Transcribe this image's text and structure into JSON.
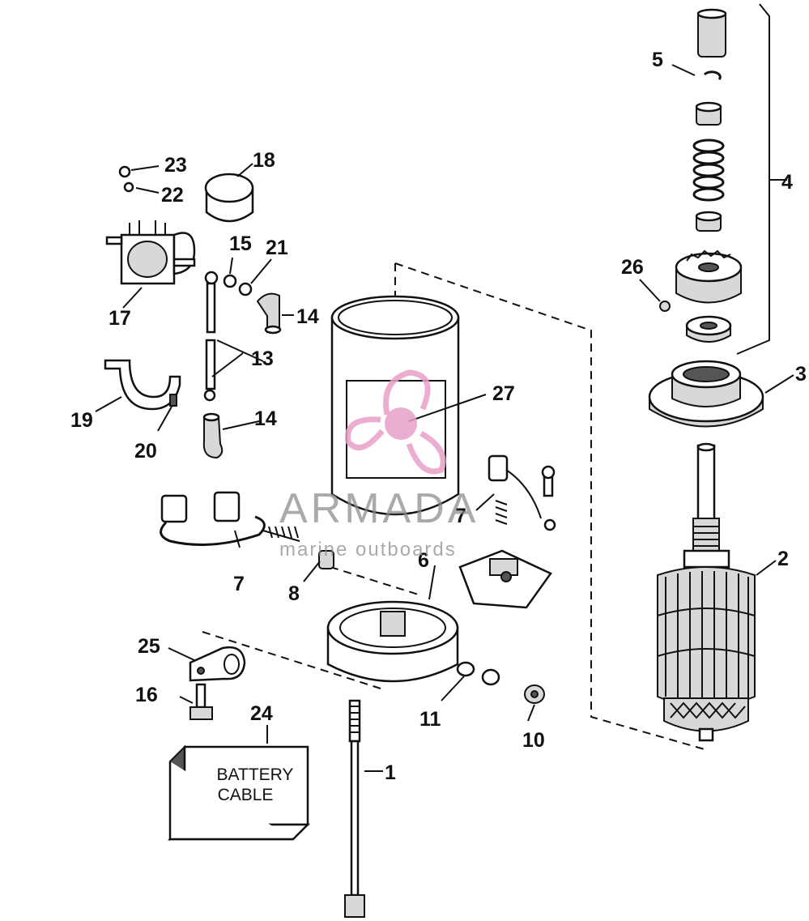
{
  "callouts": [
    "1",
    "2",
    "3",
    "4",
    "5",
    "6",
    "7",
    "7",
    "8",
    "10",
    "11",
    "13",
    "14",
    "14",
    "15",
    "16",
    "17",
    "18",
    "19",
    "20",
    "21",
    "22",
    "23",
    "24",
    "25",
    "26",
    "27"
  ],
  "box": {
    "line1": "BATTERY",
    "line2": "CABLE"
  },
  "watermark": {
    "brand": "ARMADA",
    "tagline": "marine outboards",
    "color": "#e8a0c8"
  }
}
